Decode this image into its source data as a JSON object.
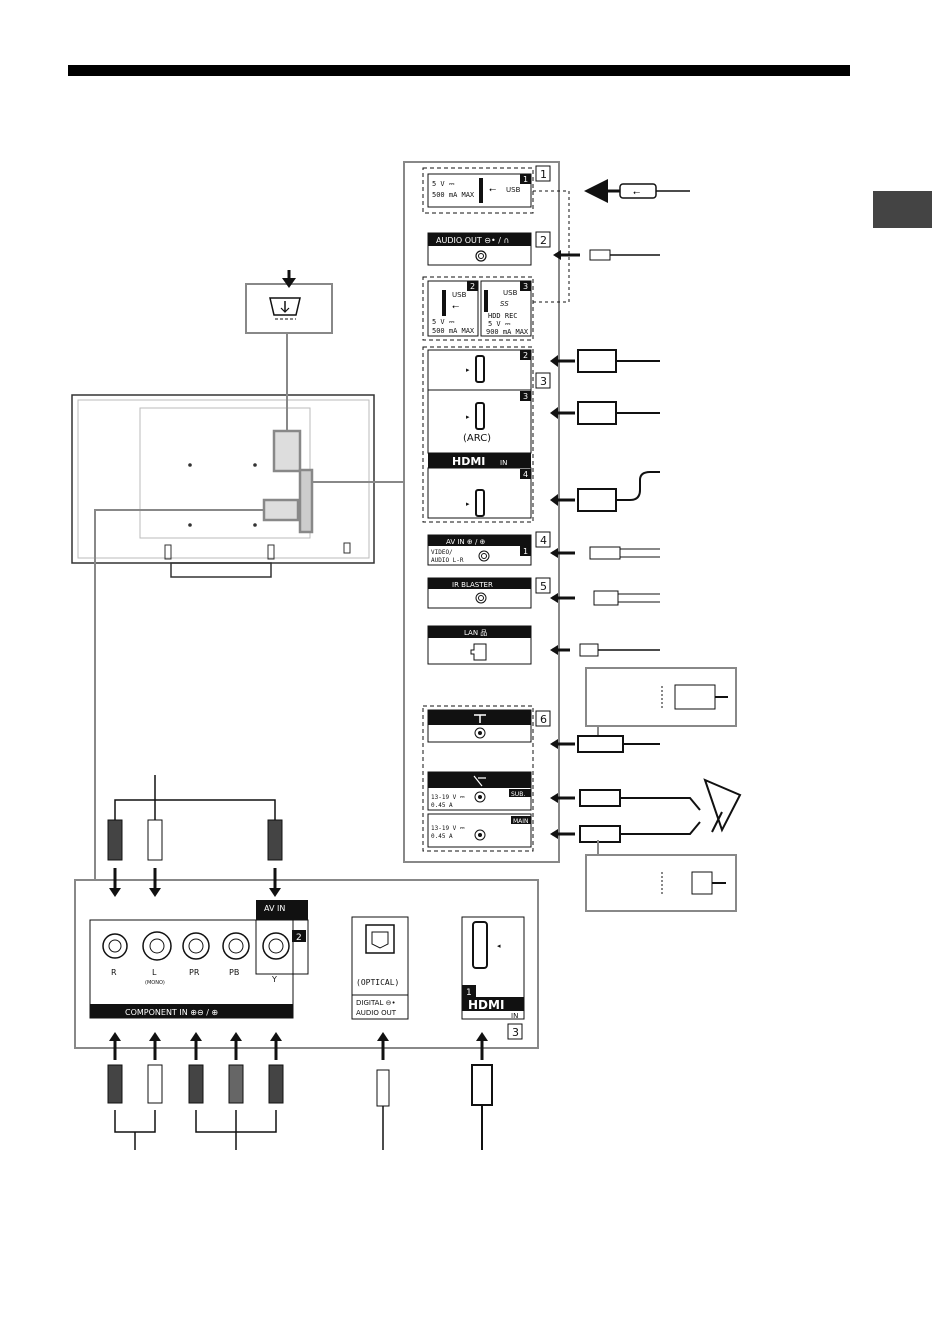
{
  "side_panel": {
    "usb1": {
      "num": "1",
      "voltage": "5 V ⎓",
      "current": "500 mA MAX",
      "label": "USB"
    },
    "audio_out": {
      "label": "AUDIO OUT ⊖• / ∩"
    },
    "usb2": {
      "num": "2",
      "label": "USB",
      "voltage": "5 V ⎓",
      "current": "500 mA MAX"
    },
    "usb3": {
      "num": "3",
      "label": "USB",
      "ss": "SS",
      "hdd": "HDD REC",
      "voltage": "5 V ⎓",
      "current": "900 mA MAX"
    },
    "hdmi2": {
      "num": "2"
    },
    "hdmi3": {
      "num": "3",
      "arc": "(ARC)"
    },
    "hdmi4": {
      "num": "4"
    },
    "hdmi_logo": "HDMI",
    "hdmi_in": "IN",
    "av_in": {
      "label": "AV IN ⊕ / ⊕",
      "sub": "VIDEO/",
      "sub2": "AUDIO L-R",
      "num": "1"
    },
    "ir_blaster": {
      "label": "IR BLASTER"
    },
    "lan": {
      "label": "LAN 品"
    },
    "sat_sub": {
      "voltage": "13-19 V ⎓",
      "current": "0.45 A",
      "tag": "SUB."
    },
    "sat_main": {
      "voltage": "13-19 V ⎓",
      "current": "0.45 A",
      "tag": "MAIN"
    }
  },
  "callouts": {
    "c1": "1",
    "c2": "2",
    "c3": "3",
    "c4": "4",
    "c5": "5",
    "c6": "6",
    "c3b": "3"
  },
  "bottom_panel": {
    "av_in2": {
      "label": "AV IN",
      "num": "2"
    },
    "jack_labels": {
      "r": "R",
      "l": "L",
      "mono": "(MONO)",
      "pr": "PR",
      "pb": "PB",
      "y": "Y"
    },
    "component_in": "COMPONENT IN  ⊕⊖ / ⊕",
    "optical": "(OPTICAL)",
    "digital_audio_out": "DIGITAL ⊖•",
    "digital_audio_out2": "AUDIO OUT",
    "hdmi1_num": "1",
    "hdmi1_logo": "HDMI",
    "hdmi1_in": "IN"
  }
}
